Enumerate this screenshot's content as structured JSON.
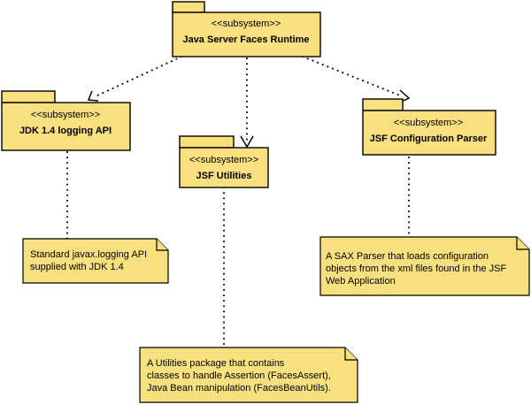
{
  "packages": [
    {
      "id": "runtime",
      "stereotype": "<<subsystem>>",
      "name": "Java Server Faces Runtime"
    },
    {
      "id": "logging",
      "stereotype": "<<subsystem>>",
      "name": "JDK 1.4 logging API"
    },
    {
      "id": "utilities",
      "stereotype": "<<subsystem>>",
      "name": "JSF Utilities"
    },
    {
      "id": "config",
      "stereotype": "<<subsystem>>",
      "name": "JSF Configuration Parser"
    }
  ],
  "notes": [
    {
      "id": "logging",
      "lines": [
        "Standard javax.logging API",
        "supplied with JDK 1.4"
      ]
    },
    {
      "id": "utilities",
      "lines": [
        "A Utilities package that contains",
        "classes to handle Assertion (FacesAssert),",
        "Java Bean manipulation (FacesBeanUtils)."
      ]
    },
    {
      "id": "config",
      "lines": [
        "A SAX Parser that loads configuration",
        "objects from the xml files found in the JSF",
        "Web Application"
      ]
    }
  ]
}
